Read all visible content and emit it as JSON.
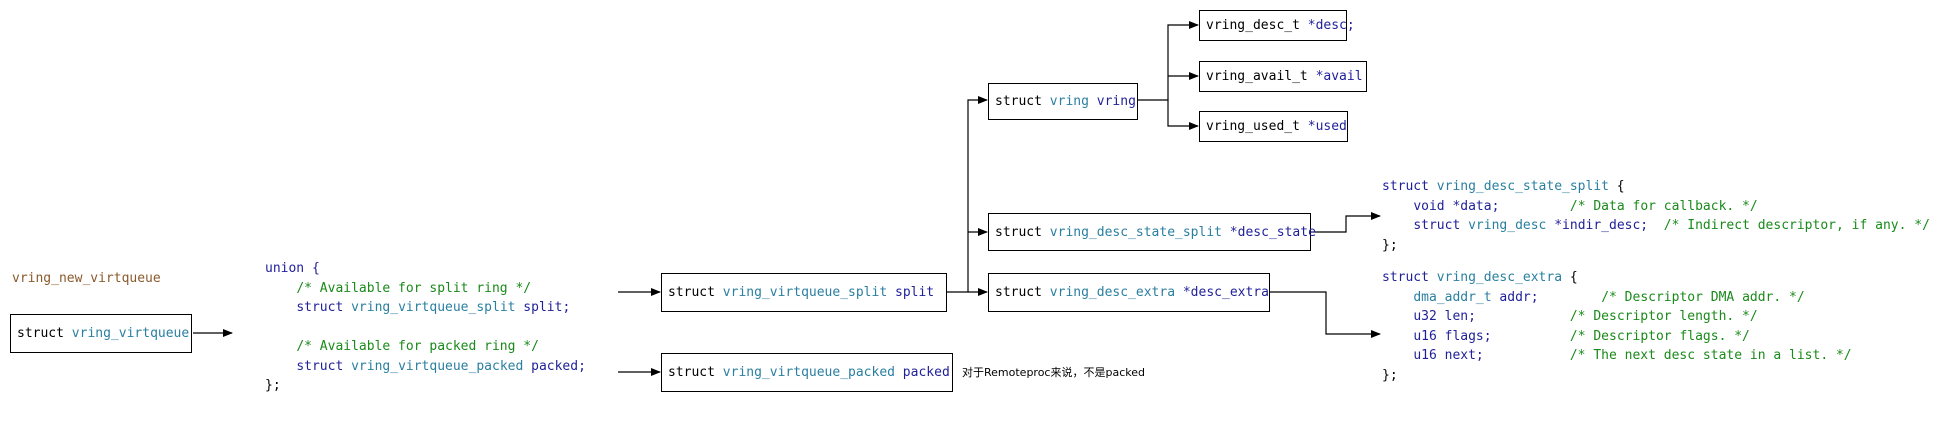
{
  "function_name": "vring_new_virtqueue",
  "root_box": {
    "kw": "struct ",
    "type": "vring_virtqueue"
  },
  "union_block": {
    "open": "union {",
    "split_comment": "/* Available for split ring */",
    "split_kw": "struct ",
    "split_type": "vring_virtqueue_split",
    "split_name": " split;",
    "packed_comment": "/* Available for packed ring */",
    "packed_kw": "struct ",
    "packed_type": "vring_virtqueue_packed",
    "packed_name": " packed;",
    "close": "};"
  },
  "split_box": {
    "kw": "struct ",
    "type": "vring_virtqueue_split",
    "name": " split"
  },
  "packed_box": {
    "kw": "struct ",
    "type": "vring_virtqueue_packed",
    "name": " packed"
  },
  "packed_note": "对于Remoteproc来说，不是packed",
  "vring_box": {
    "kw": "struct ",
    "type": "vring",
    "name": " vring"
  },
  "desc_box": {
    "type": "vring_desc_t",
    "name": " *desc;"
  },
  "avail_box": {
    "type": "vring_avail_t",
    "name": " *avail"
  },
  "used_box": {
    "type": "vring_used_t",
    "name": " *used"
  },
  "desc_state_box": {
    "kw": "struct ",
    "type": "vring_desc_state_split",
    "name": " *desc_state"
  },
  "desc_extra_box": {
    "kw": "struct ",
    "type": "vring_desc_extra",
    "name": " *desc_extra"
  },
  "state_split_block": {
    "open_kw": "struct ",
    "open_type": "vring_desc_state_split",
    "open_brace": " {",
    "l1_type": "void",
    "l1_name": " *data;",
    "l1_comment": "/* Data for callback. */",
    "l2_kw": "struct ",
    "l2_type": "vring_desc",
    "l2_name": " *indir_desc;",
    "l2_comment": "/* Indirect descriptor, if any. */",
    "close": "};"
  },
  "desc_extra_block": {
    "open_kw": "struct ",
    "open_type": "vring_desc_extra",
    "open_brace": " {",
    "l1_type": "dma_addr_t",
    "l1_name": " addr;",
    "l1_comment": "/* Descriptor DMA addr. */",
    "l2_type": "u32",
    "l2_name": " len;",
    "l2_comment": "/* Descriptor length. */",
    "l3_type": "u16",
    "l3_name": " flags;",
    "l3_comment": "/* Descriptor flags. */",
    "l4_type": "u16",
    "l4_name": " next;",
    "l4_comment": "/* The next desc state in a list. */",
    "close": "};"
  }
}
